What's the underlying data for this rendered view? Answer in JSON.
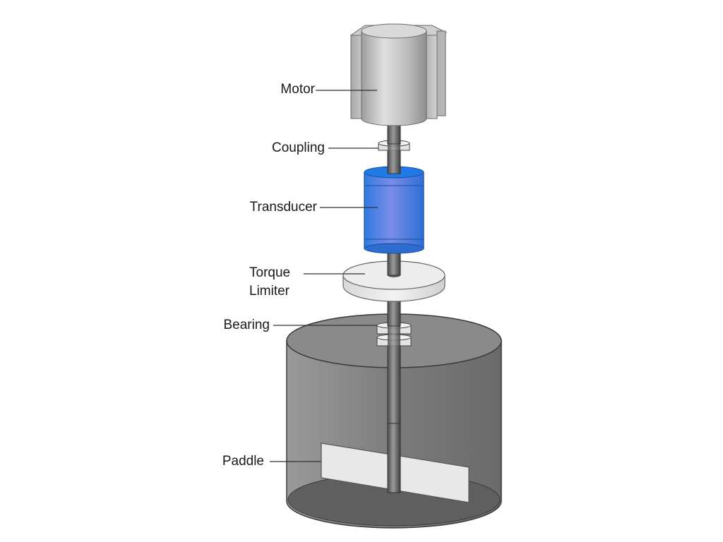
{
  "labels": {
    "motor": "Motor",
    "coupling": "Coupling",
    "transducer": "Transducer",
    "torque_limiter_line1": "Torque",
    "torque_limiter_line2": "Limiter",
    "bearing": "Bearing",
    "paddle": "Paddle"
  },
  "colors": {
    "transducer": "#4a86e8",
    "tank": "#8c8c8c",
    "motor": "#bdbdbd",
    "shaft": "#6e6e6e",
    "disc": "#e6e6e6"
  }
}
